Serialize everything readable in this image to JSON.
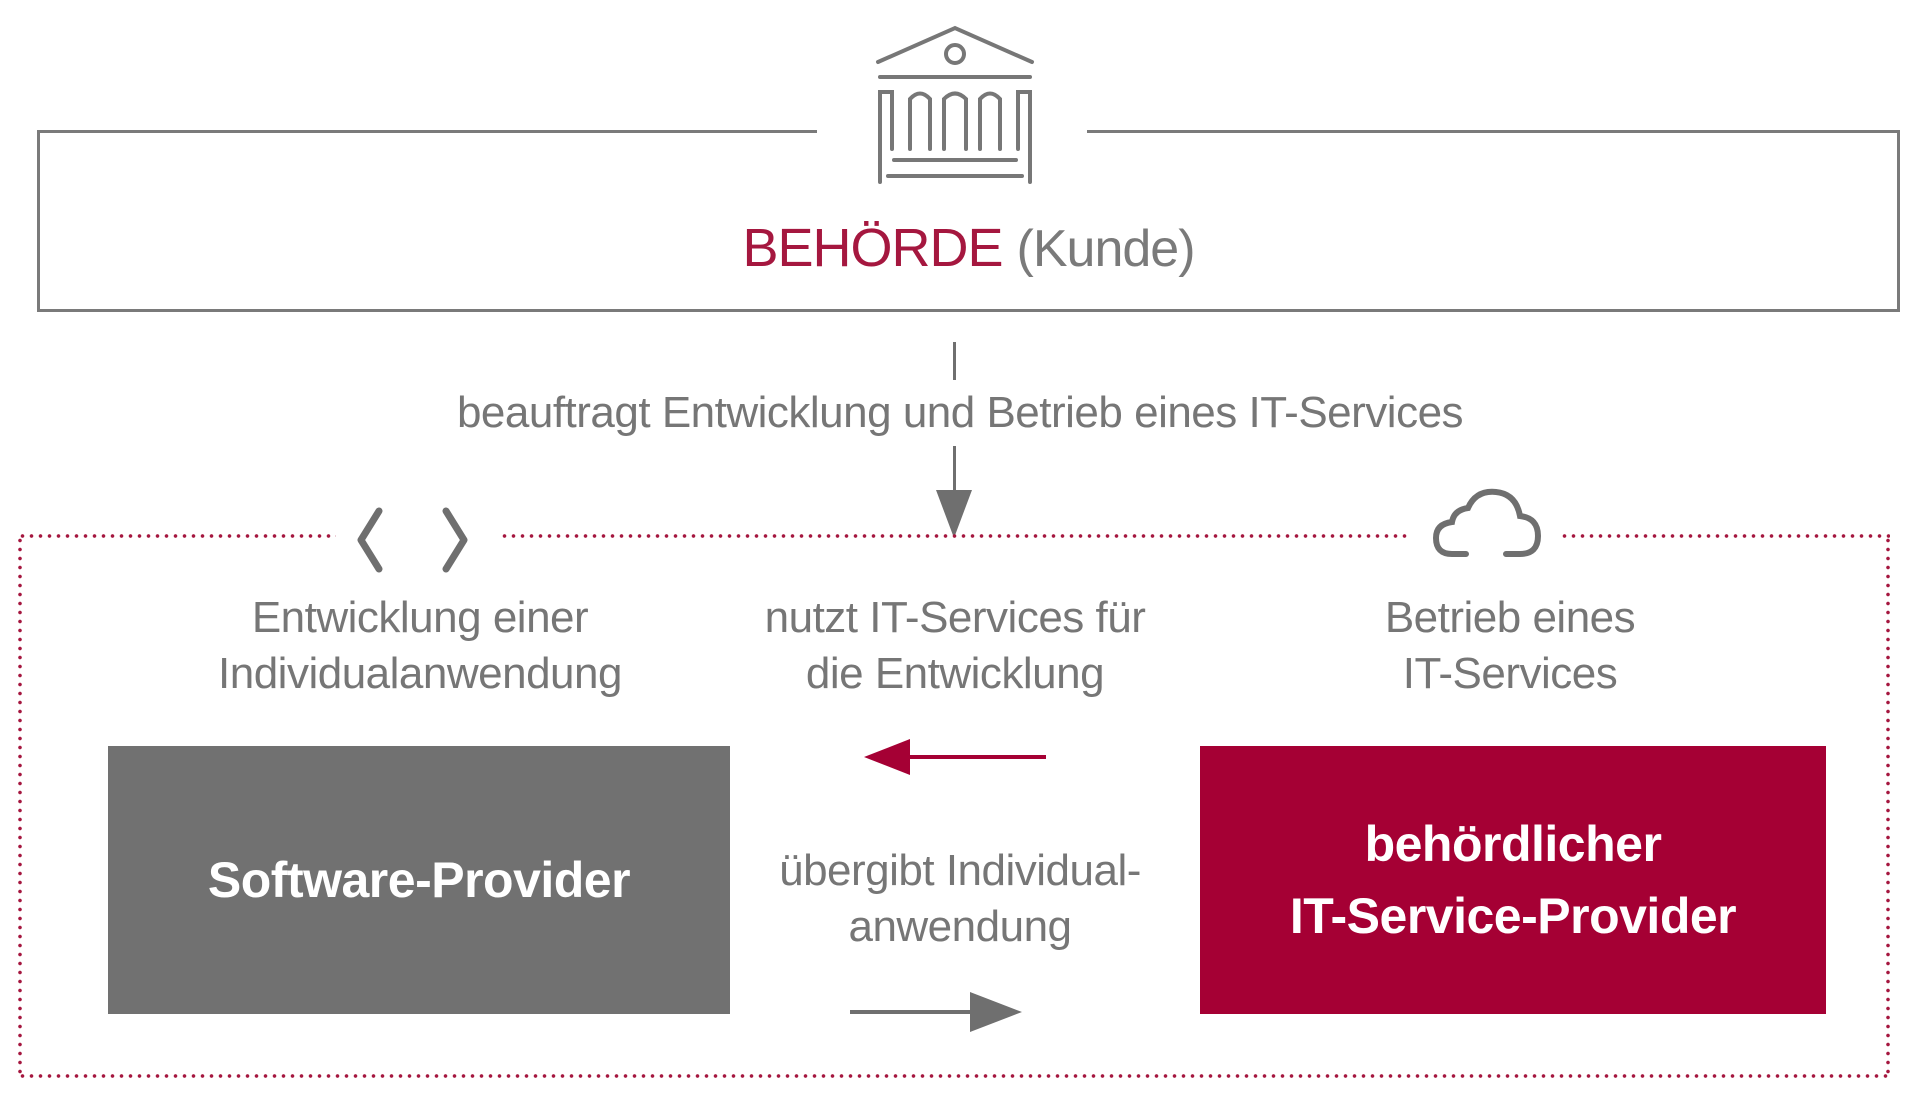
{
  "customer": {
    "title": "BEHÖRDE",
    "subtitle": "(Kunde)",
    "icon": "government-building-icon"
  },
  "commission": {
    "caption": "beauftragt Entwicklung und Betrieb eines IT-Services"
  },
  "columns": {
    "left": {
      "icon": "code-brackets-icon",
      "line1": "Entwicklung einer",
      "line2": "Individualanwendung"
    },
    "middle": {
      "line1": "nutzt IT-Services für",
      "line2": "die Entwicklung"
    },
    "right": {
      "icon": "cloud-icon",
      "line1": "Betrieb eines",
      "line2": "IT-Services"
    }
  },
  "handover": {
    "line1": "übergibt Individual-",
    "line2": "anwendung"
  },
  "boxes": {
    "software_provider": {
      "label": "Software-Provider"
    },
    "it_service_provider": {
      "line1": "behördlicher",
      "line2": "IT-Service-Provider"
    }
  },
  "colors": {
    "accent_red": "#a50034",
    "title_red": "#a5173f",
    "gray_box": "#717171",
    "text_gray": "#767676",
    "line_gray": "#7a7a7a"
  }
}
